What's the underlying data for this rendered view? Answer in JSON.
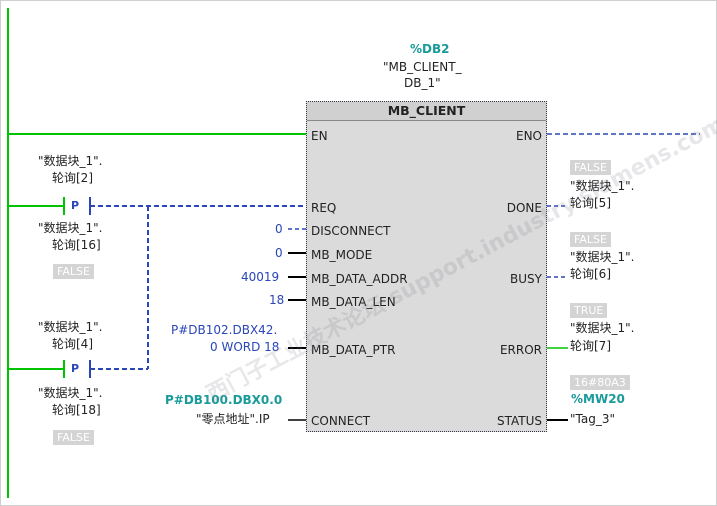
{
  "instance": {
    "db": "%DB2",
    "name_line1": "\"MB_CLIENT_",
    "name_line2": "DB_1\""
  },
  "block": {
    "title": "MB_CLIENT",
    "inputs": [
      "EN",
      "REQ",
      "DISCONNECT",
      "MB_MODE",
      "MB_DATA_ADDR",
      "MB_DATA_LEN",
      "MB_DATA_PTR",
      "CONNECT"
    ],
    "outputs": [
      "ENO",
      "DONE",
      "BUSY",
      "ERROR",
      "STATUS"
    ]
  },
  "params": {
    "disconnect": "0",
    "mb_mode": "0",
    "mb_data_addr": "40019",
    "mb_data_len": "18",
    "ptr_line1": "P#DB102.DBX42.",
    "ptr_line2": "0 WORD 18",
    "connect_addr": "P#DB100.DBX0.0",
    "connect_symbol": "\"零点地址\".IP"
  },
  "contacts": {
    "c1_top1": "\"数据块_1\".",
    "c1_top2": "轮询[2]",
    "c1_bot1": "\"数据块_1\".",
    "c1_bot2": "轮询[16]",
    "c1_state": "FALSE",
    "c2_top1": "\"数据块_1\".",
    "c2_top2": "轮询[4]",
    "c2_bot1": "\"数据块_1\".",
    "c2_bot2": "轮询[18]",
    "c2_state": "FALSE",
    "p_label": "P"
  },
  "outputs": {
    "done_state": "FALSE",
    "done1": "\"数据块_1\".",
    "done2": "轮询[5]",
    "busy_state": "FALSE",
    "busy1": "\"数据块_1\".",
    "busy2": "轮询[6]",
    "error_state": "TRUE",
    "error1": "\"数据块_1\".",
    "error2": "轮询[7]",
    "status_value": "16#80A3",
    "status_addr": "%MW20",
    "status_tag": "\"Tag_3\""
  },
  "watermark": "西门子工业技术论坛 support.industry.siemens.com/cs",
  "colors": {
    "rung": "#00c400",
    "wire_blue": "#2a46b8",
    "teal": "#1a9a9a",
    "block": "#dbdbdb"
  }
}
